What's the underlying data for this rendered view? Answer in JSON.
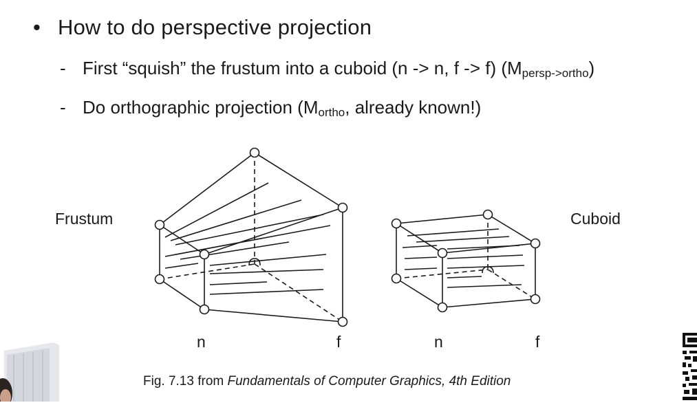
{
  "bullet": {
    "symbol": "•",
    "text": "How to do perspective projection"
  },
  "subitems": [
    {
      "dash": "-",
      "text": "First “squish” the frustum into a cuboid (n -> n, f -> f) (M",
      "subscript": "persp->ortho",
      "after": ")"
    },
    {
      "dash": "-",
      "text": "Do orthographic projection (M",
      "subscript": "ortho",
      "after": ", already known!)"
    }
  ],
  "figure": {
    "frustum_label": "Frustum",
    "cuboid_label": "Cuboid",
    "frustum_n": "n",
    "frustum_f": "f",
    "cuboid_n": "n",
    "cuboid_f": "f"
  },
  "caption": {
    "prefix": "Fig. 7.13 from ",
    "book": "Fundamentals of Computer Graphics, 4th Edition"
  }
}
